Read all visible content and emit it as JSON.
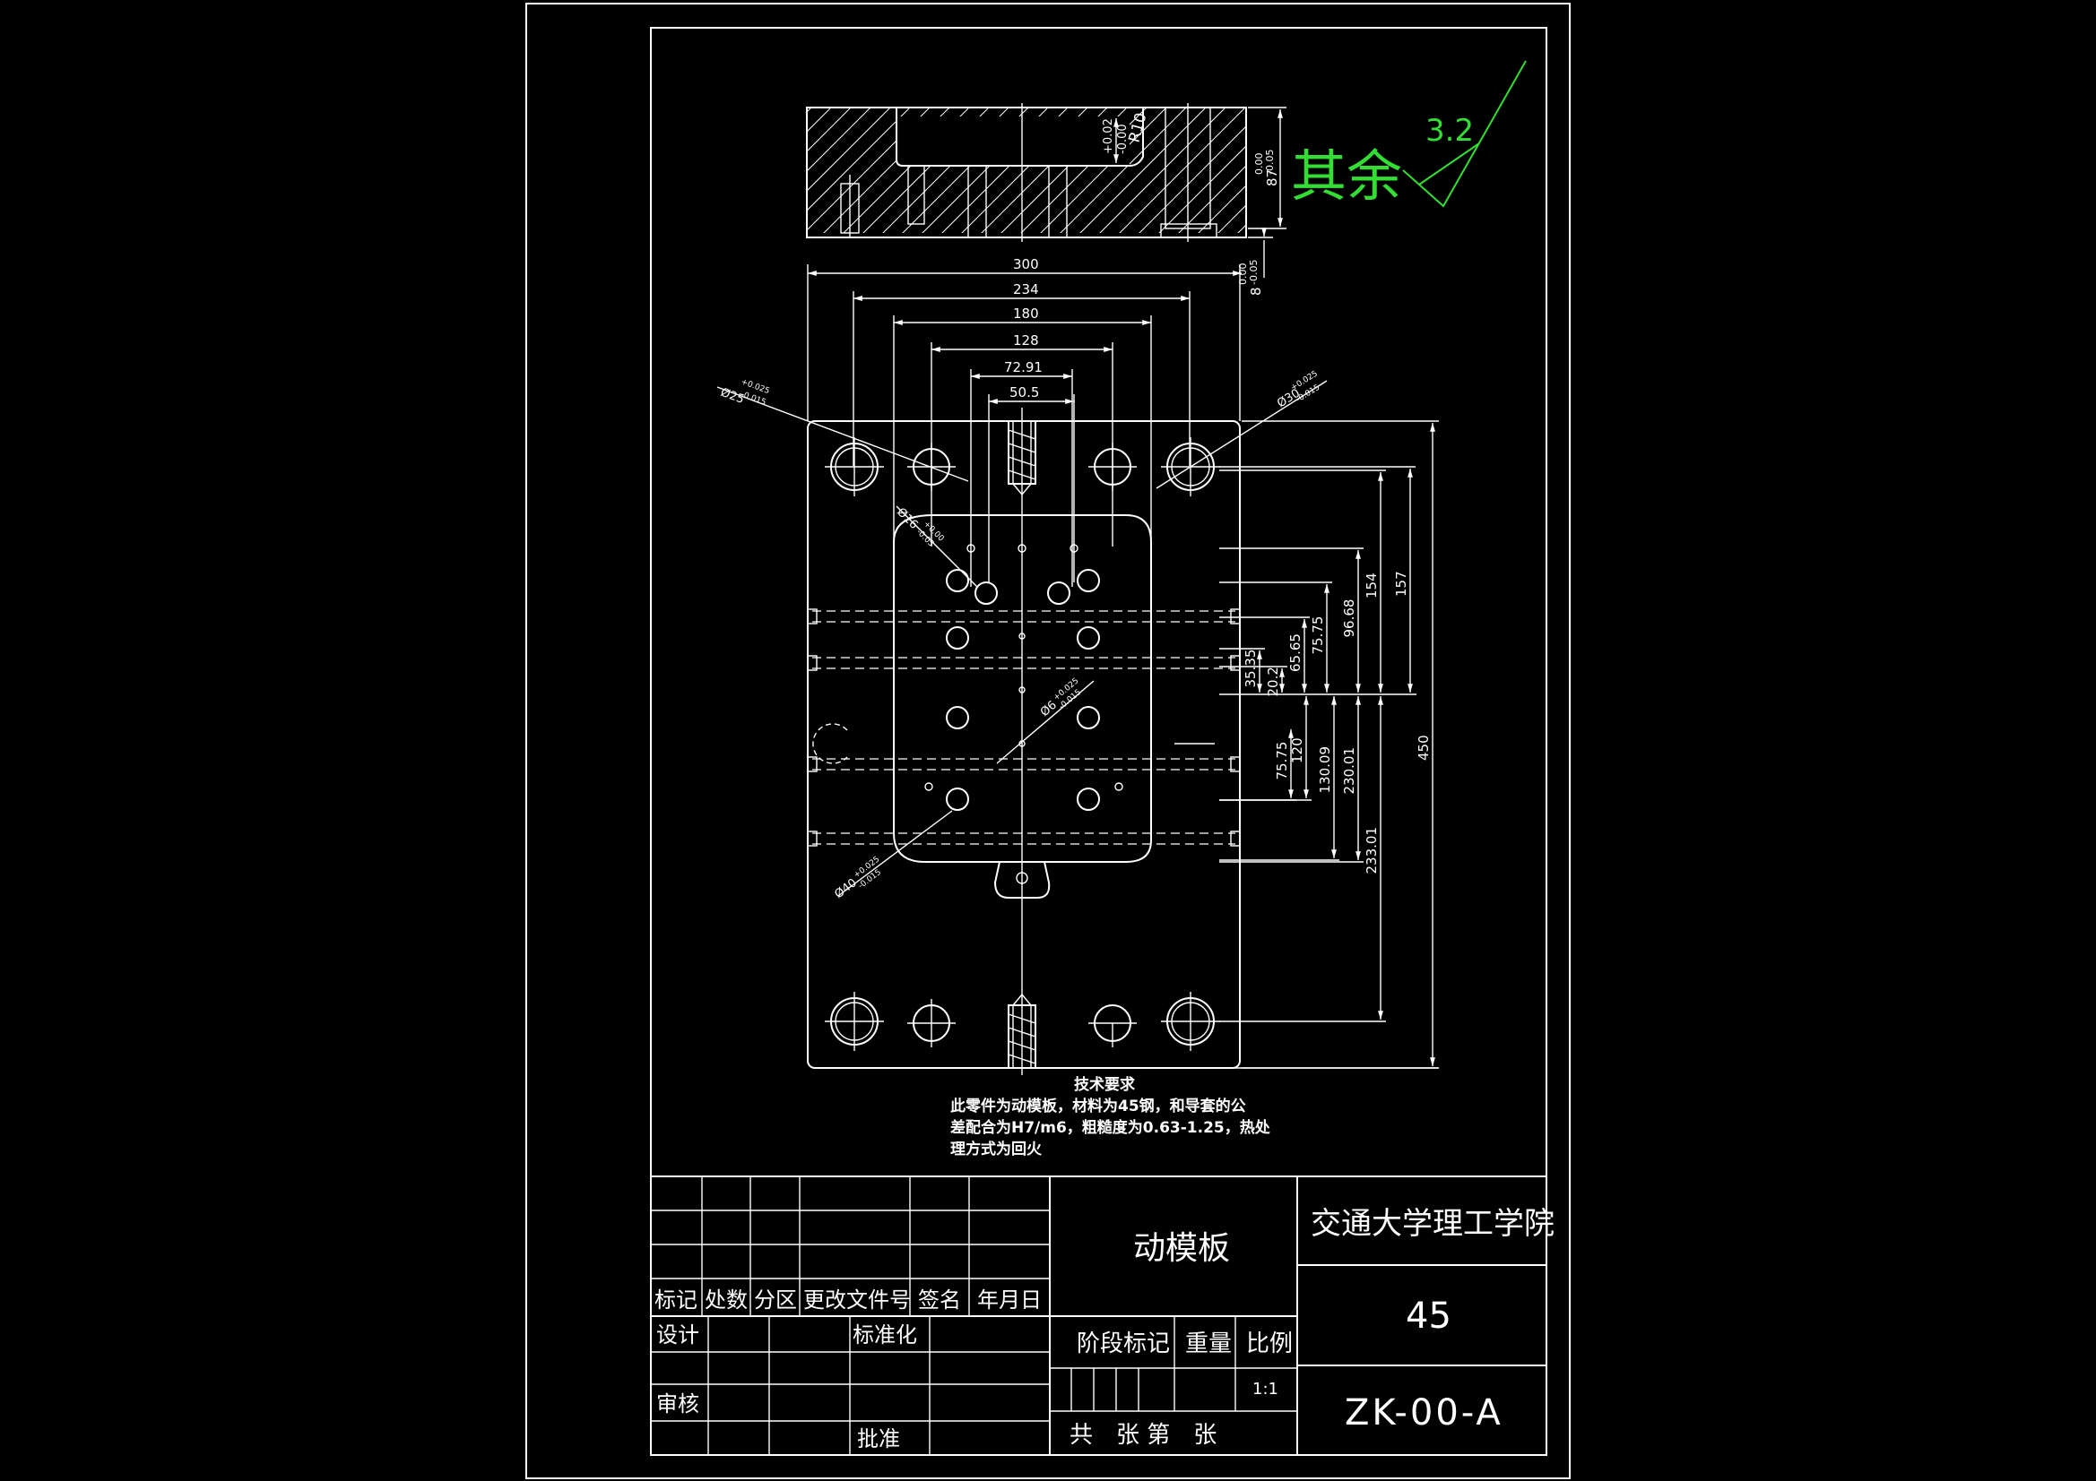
{
  "drawing": {
    "part_name": "动模板",
    "school": "交通大学理工学院",
    "material": "45",
    "drawing_number": "ZK-00-A",
    "scale": "1:1",
    "roughness_prefix": "其余",
    "roughness_value": "3.2"
  },
  "title_block": {
    "rev_headers": [
      "标记",
      "处数",
      "分区",
      "更改文件号",
      "签名",
      "年月日"
    ],
    "design": "设计",
    "standardize": "标准化",
    "review": "审核",
    "approve": "批准",
    "stage_mark": "阶段标记",
    "weight": "重量",
    "scale_label": "比例",
    "sheets": "共　张 第　张"
  },
  "notes": {
    "title": "技术要求",
    "lines": [
      "此零件为动模板，材料为45钢，和导套的公",
      "差配合为H7/m6，粗糙度为0.63-1.25，热处",
      "理方式为回火"
    ]
  },
  "dimensions": {
    "horizontal": [
      "300",
      "234",
      "180",
      "128",
      "72.91",
      "50.5"
    ],
    "vertical_right": [
      "35.35",
      "20.2",
      "65.65",
      "75.75",
      "96.68",
      "154",
      "157",
      "75.75",
      "120",
      "130.09",
      "230.01",
      "233.01",
      "450"
    ],
    "section_height": "87",
    "section_tol_upper": "0.00",
    "section_tol_lower": "-0.05",
    "section_step": "8",
    "step_tol_upper": "0.00",
    "step_tol_lower": "-0.05",
    "radius": "R10",
    "pocket_tol_upper": "+0.02",
    "pocket_tol_lower": "-0.00",
    "diameters": [
      {
        "value": "Ø25",
        "upper": "+0.025",
        "lower": "-0.015"
      },
      {
        "value": "Ø30",
        "upper": "+0.025",
        "lower": "-0.015"
      },
      {
        "value": "Ø16",
        "upper": "+0.00",
        "lower": "-0.05"
      },
      {
        "value": "Ø6",
        "upper": "+0.025",
        "lower": "-0.015"
      },
      {
        "value": "Ø40",
        "upper": "+0.025",
        "lower": "-0.015"
      }
    ]
  }
}
